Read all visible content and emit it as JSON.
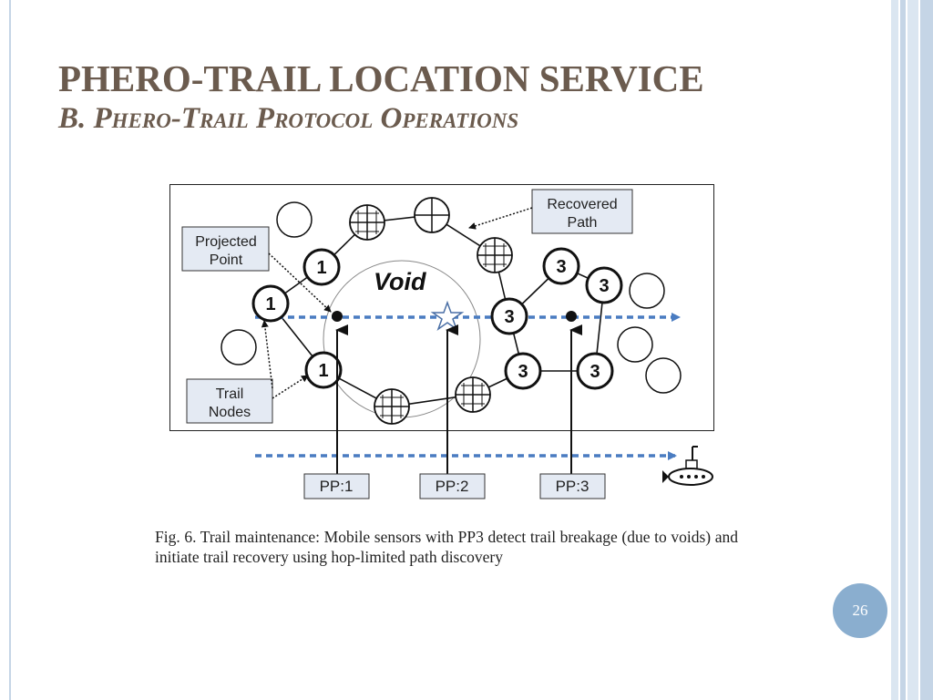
{
  "slide": {
    "title": "PHERO-TRAIL LOCATION SERVICE",
    "subtitle": "B. Phero-Trail Protocol Operations",
    "page_number": "26"
  },
  "diagram": {
    "void_label": "Void",
    "callouts": {
      "projected_point": [
        "Projected",
        "Point"
      ],
      "recovered_path": [
        "Recovered",
        "Path"
      ],
      "trail_nodes": [
        "Trail",
        "Nodes"
      ]
    },
    "node_labels": {
      "trail_upper": "1",
      "trail_left": "1",
      "trail_lower": "1",
      "recovered_mid": "3",
      "recovered_top": "3",
      "recovered_right": "3",
      "recovered_low": "3",
      "recovered_low_right": "3"
    },
    "projection_points": [
      "PP:1",
      "PP:2",
      "PP:3"
    ],
    "colors": {
      "trail_arrow": "#4a7cc1",
      "title": "#6b5b4e",
      "badge": "#8aaecf"
    }
  },
  "caption": {
    "text": "Fig. 6.    Trail maintenance: Mobile sensors with PP3 detect trail breakage (due to voids) and initiate trail recovery using hop-limited path discovery"
  }
}
